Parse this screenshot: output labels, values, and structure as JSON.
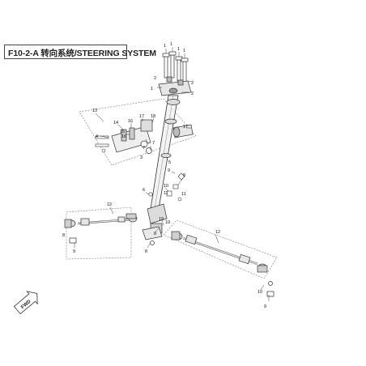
{
  "title": "F10-2-A 转向系统/STEERING SYSTEM",
  "fwd_marker": "FWD",
  "callouts": {
    "c1a": "1",
    "c1b": "1",
    "c1c": "1",
    "c1d": "1",
    "c2a": "2",
    "c2b": "2",
    "c2c": "2",
    "c3": "3",
    "c4": "4",
    "c5": "5",
    "c6": "6",
    "c7a": "7",
    "c7b": "7",
    "c8a": "8",
    "c8b": "8",
    "c8c": "8",
    "c9a": "9",
    "c9b": "9",
    "c9c": "9",
    "c9d": "9",
    "c10a": "10",
    "c10b": "10",
    "c10c": "10",
    "c11a": "11",
    "c11b": "11",
    "c12a": "12",
    "c12b": "12",
    "c13": "13",
    "c14": "14",
    "c15": "15",
    "c16a": "16",
    "c16b": "16",
    "c17a": "17",
    "c17b": "17",
    "c18": "18",
    "c19": "19"
  }
}
